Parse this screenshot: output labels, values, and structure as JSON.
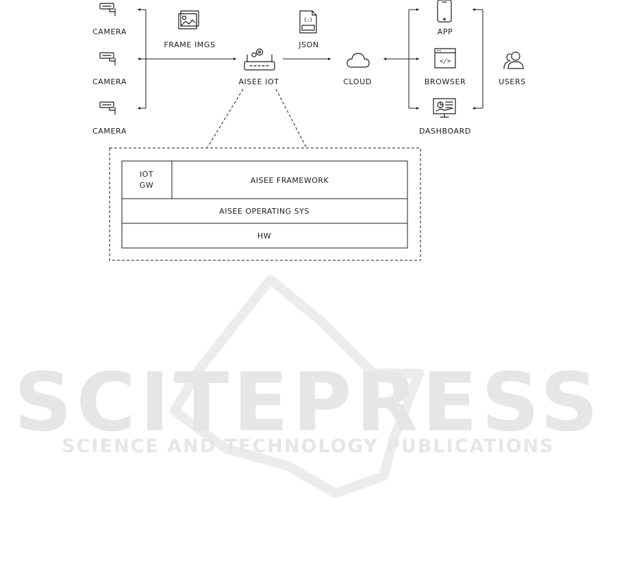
{
  "sources": {
    "camera_1": "CAMERA",
    "camera_2": "CAMERA",
    "camera_3": "CAMERA",
    "frame_imgs": "FRAME IMGS"
  },
  "hub": {
    "device": "AISEE IOT",
    "payload": "JSON",
    "cloud": "CLOUD"
  },
  "clients": {
    "app": "APP",
    "browser": "BROWSER",
    "dashboard": "DASHBOARD",
    "users": "USERS"
  },
  "stack": {
    "iot_gw_line1": "IOT",
    "iot_gw_line2": "GW",
    "framework": "AISEE FRAMEWORK",
    "os": "AISEE OPERATING SYS",
    "hw": "HW"
  },
  "watermark": {
    "brand": "SCITEPRESS",
    "tagline": "SCIENCE AND TECHNOLOGY PUBLICATIONS"
  }
}
